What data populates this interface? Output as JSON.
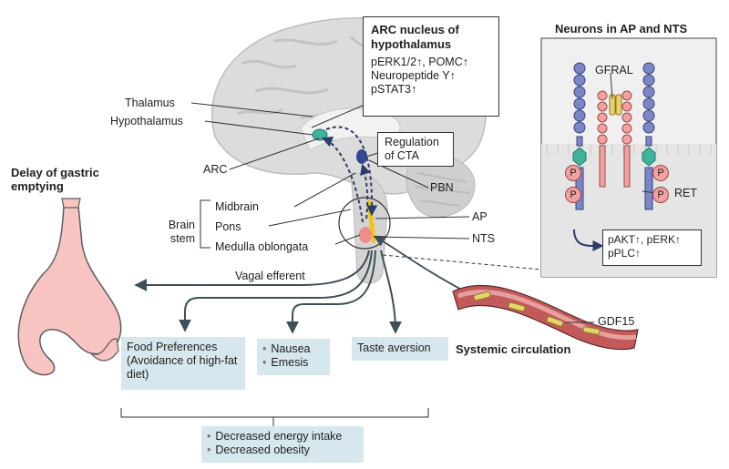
{
  "colors": {
    "accent_blue": "#d6e8ee",
    "arrow": "#3d4f57",
    "vessel": "#c35a5a",
    "gdf15": "#e8d36a",
    "receptor": "#7b86c8",
    "ret_pink": "#f3a0a0"
  },
  "labels": {
    "thalamus": "Thalamus",
    "hypothalamus": "Hypothalamus",
    "arc": "ARC",
    "midbrain": "Midbrain",
    "pons": "Pons",
    "medulla": "Medulla oblongata",
    "brain_stem": "Brain stem",
    "pbn": "PBN",
    "ap": "AP",
    "nts": "NTS",
    "vagal": "Vagal efferent",
    "gdf15": "GDF15",
    "systemic": "Systemic circulation",
    "delay_title": "Delay of gastric emptying",
    "gfral": "GFRAL",
    "ret": "RET",
    "p": "P"
  },
  "arc_box": {
    "title": "ARC nucleus of hypothalamus",
    "lines": [
      "pERK1/2↑, POMC↑",
      "Neuropeptide Y↑",
      "pSTAT3↑"
    ]
  },
  "cta_box": {
    "text": "Regulation of CTA"
  },
  "neuron_panel": {
    "title": "Neurons in AP and NTS",
    "readout": [
      "pAKT↑, pERK↑",
      "pPLC↑"
    ]
  },
  "effects": {
    "food": "Food Preferences (Avoidance of high-fat diet)",
    "nausea": [
      "Nausea",
      "Emesis"
    ],
    "taste": "Taste aversion"
  },
  "outcome": [
    "Decreased energy intake",
    "Decreased obesity"
  ]
}
